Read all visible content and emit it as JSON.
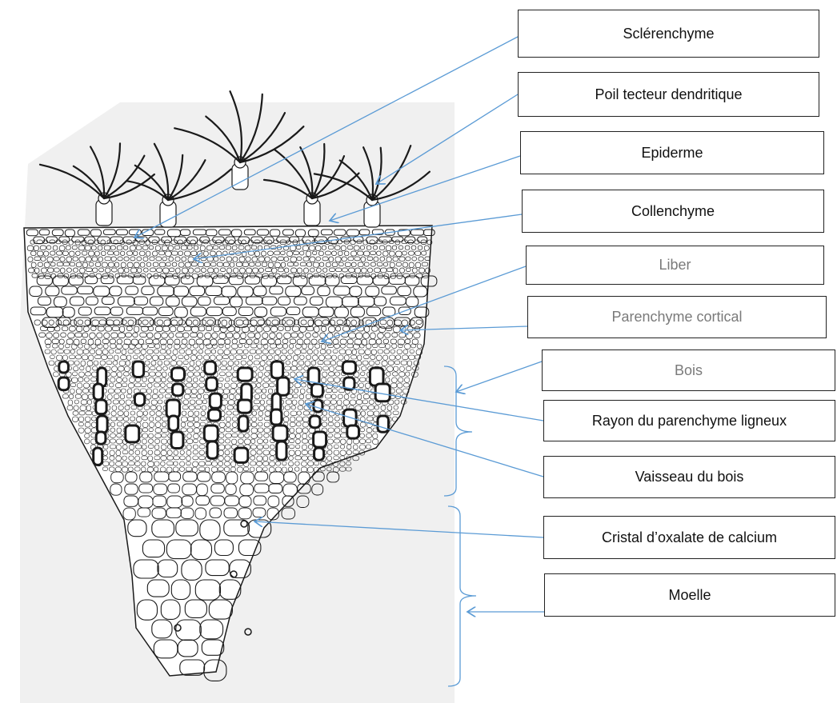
{
  "labels": {
    "sclerenchyme": "Sclérenchyme",
    "poil": "Poil tecteur dendritique",
    "epiderme": "Epiderme",
    "collenchyme": "Collenchyme",
    "liber": "Liber",
    "parenchyme_cortical": "Parenchyme cortical",
    "bois": "Bois",
    "rayon": "Rayon du parenchyme ligneux",
    "vaisseau": "Vaisseau du bois",
    "cristal": "Cristal d’oxalate de calcium",
    "moelle": "Moelle"
  },
  "colors": {
    "arrow": "#5b9bd5",
    "label_border": "#222222",
    "grey_text": "#7a7a7a",
    "background_sheet": "#f0f0f0",
    "ink": "#1a1a1a"
  }
}
